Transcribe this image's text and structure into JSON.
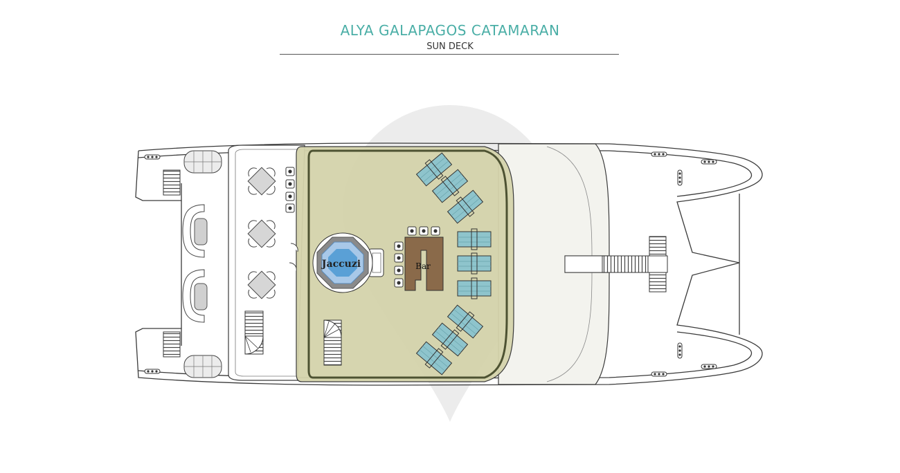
{
  "header": {
    "title": "ALYA GALAPAGOS CATAMARAN",
    "subtitle": "SUN DECK"
  },
  "labels": {
    "jacuzzi": "Jaccuzi",
    "bar": "Bar"
  },
  "colors": {
    "title": "#4aaea6",
    "deck_floor": "#d4d3ab",
    "deck_border": "#4d5232",
    "lounger": "#8ec4cc",
    "jacuzzi_water": "#5aa0d6",
    "bar_wood": "#8a6a4a",
    "hull_stroke": "#3a3a3a",
    "watermark": "#ececec"
  },
  "icons": [
    "watermark-pin-icon",
    "stairs-icon",
    "spiral-stairs-icon",
    "lounger-icon",
    "table-icon",
    "stool-icon",
    "sofa-icon",
    "cleat-icon"
  ]
}
